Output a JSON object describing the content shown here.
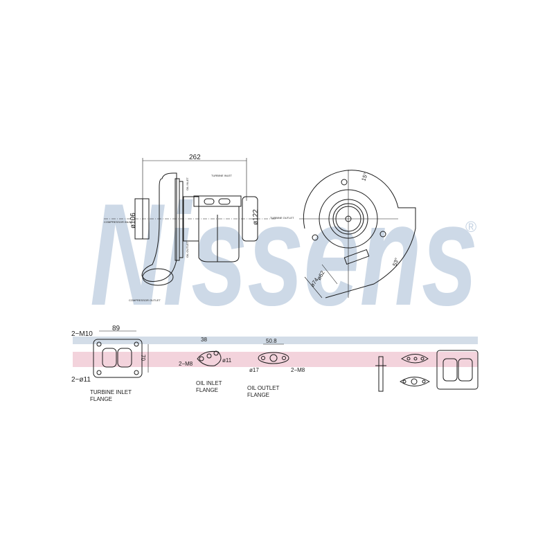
{
  "brand": {
    "watermark": "Nissens",
    "registered": "®",
    "watermark_color": "#c5d3e3"
  },
  "stripes": {
    "blue": "#d3dde8",
    "pink": "#f3d3dc"
  },
  "side_view": {
    "overall_length": "262",
    "compressor_dia": "ø106",
    "turbine_dia": "ø122",
    "compressor_inlet": "COMPRESSOR INLET",
    "compressor_outlet": "COMPRESSOR OUTLET",
    "turbine_inlet": "TURBINE INLET",
    "turbine_outlet": "TURBINE OUTLET",
    "oil_inlet": "OIL INLET",
    "oil_outlet": "OIL OUTLET"
  },
  "end_view": {
    "angle_small": "15°",
    "angle_large": "53°",
    "dia_inner": "ø62",
    "dia_outer": "ø74"
  },
  "turbine_inlet_flange": {
    "studs": "2−M10",
    "width": "89",
    "height": "70",
    "holes": "2−ø11",
    "title_line1": "TURBINE  INLET",
    "title_line2": "FLANGE"
  },
  "oil_inlet_flange": {
    "spacing": "38",
    "studs": "2−M8",
    "hole": "ø11",
    "title_line1": "OIL  INLET",
    "title_line2": "FLANGE"
  },
  "oil_outlet_flange": {
    "spacing": "50.8",
    "hole": "ø17",
    "studs": "2−M8",
    "title_line1": "OIL  OUTLET",
    "title_line2": "FLANGE"
  }
}
